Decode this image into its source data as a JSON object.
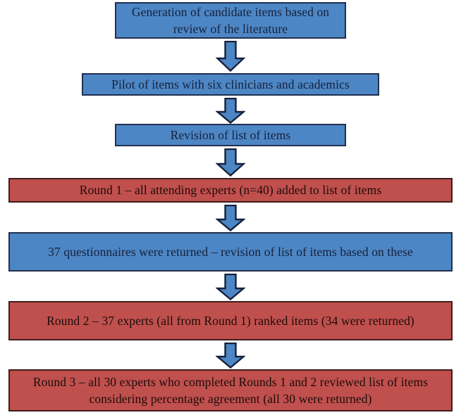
{
  "diagram": {
    "title": "Delphi study flowchart",
    "colors": {
      "blue_fill": "#4d86c4",
      "red_fill": "#c0504d",
      "blue_border": "#20304f",
      "red_border": "#3d1d1c",
      "arrow_fill": "#4d86c4",
      "arrow_border": "#16213c",
      "text_dark": "#16213c",
      "background": "#ffffff"
    },
    "nodes": [
      {
        "id": "node-1",
        "name": "generation-of-candidate-items",
        "type": "process",
        "color": "blue",
        "text": "Generation of candidate items based on review of the literature"
      },
      {
        "id": "node-2",
        "name": "pilot-of-items",
        "type": "process",
        "color": "blue",
        "text": "Pilot of items with six clinicians and academics"
      },
      {
        "id": "node-3",
        "name": "revision-of-list-of-items",
        "type": "process",
        "color": "blue",
        "text": "Revision of list of items"
      },
      {
        "id": "node-4",
        "name": "round-1",
        "type": "round",
        "color": "red",
        "text": "Round 1 – all attending experts (n=40) added to list of items"
      },
      {
        "id": "node-5",
        "name": "questionnaires-returned",
        "type": "process",
        "color": "blue",
        "text": "37 questionnaires were returned – revision of list of items based on these"
      },
      {
        "id": "node-6",
        "name": "round-2",
        "type": "round",
        "color": "red",
        "text": "Round 2 – 37 experts (all from Round 1) ranked items (34 were returned)"
      },
      {
        "id": "node-7",
        "name": "round-3",
        "type": "round",
        "color": "red",
        "text": "Round 3 – all 30 experts who completed Rounds 1 and 2 reviewed list of items considering percentage agreement (all 30 were returned)"
      }
    ],
    "connectors": [
      {
        "id": "arrow-1",
        "name": "arrow-node-1-to-node-2",
        "icon": "down-block-arrow-icon",
        "from": "node-1",
        "to": "node-2"
      },
      {
        "id": "arrow-2",
        "name": "arrow-node-2-to-node-3",
        "icon": "down-block-arrow-icon",
        "from": "node-2",
        "to": "node-3"
      },
      {
        "id": "arrow-3",
        "name": "arrow-node-3-to-node-4",
        "icon": "down-block-arrow-icon",
        "from": "node-3",
        "to": "node-4"
      },
      {
        "id": "arrow-4",
        "name": "arrow-node-4-to-node-5",
        "icon": "down-block-arrow-icon",
        "from": "node-4",
        "to": "node-5"
      },
      {
        "id": "arrow-5",
        "name": "arrow-node-5-to-node-6",
        "icon": "down-block-arrow-icon",
        "from": "node-5",
        "to": "node-6"
      },
      {
        "id": "arrow-6",
        "name": "arrow-node-6-to-node-7",
        "icon": "down-block-arrow-icon",
        "from": "node-6",
        "to": "node-7"
      }
    ]
  }
}
